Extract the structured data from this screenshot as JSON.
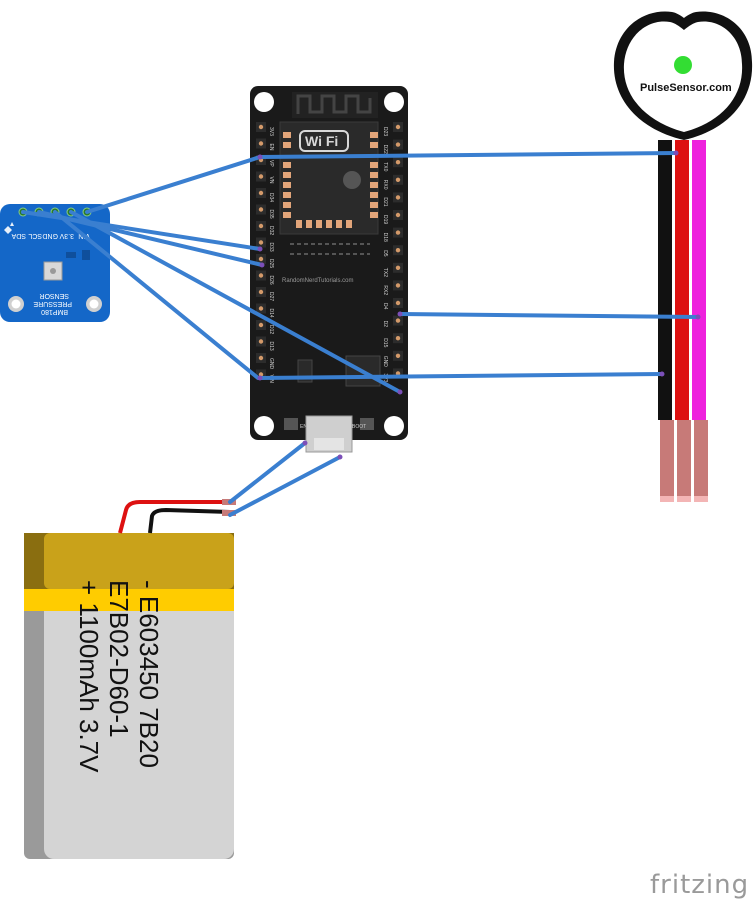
{
  "battery": {
    "line1": "- E603450 7B20",
    "line2": "E7B02-D60-1",
    "line3": "+ 1100mAh 3.7V"
  },
  "pulse_sensor": {
    "label": "PulseSensor.com"
  },
  "esp32": {
    "wifi_label": "Wi Fi",
    "site_label": "RandomNerdTutorials.com",
    "en_label": "EN",
    "boot_label": "BOOT",
    "left_pins": [
      "3V3",
      "EN",
      "VP",
      "VN",
      "D34",
      "D35",
      "D32",
      "D33",
      "D25",
      "D26",
      "D27",
      "D14",
      "D12",
      "D13",
      "GND",
      "VIN"
    ],
    "right_pins": [
      "D23",
      "D22",
      "TX0",
      "RX0",
      "D21",
      "D19",
      "D18",
      "D5",
      "TX2",
      "RX2",
      "D4",
      "D2",
      "D15",
      "GND",
      "3V3"
    ]
  },
  "bmp180": {
    "title_line1": "BMP180",
    "title_line2": "PRESSURE",
    "title_line3": "SENSOR",
    "pins": [
      "SDA",
      "SCL",
      "GND",
      "3.3V",
      "VIN"
    ]
  },
  "watermark": "fritzing",
  "colors": {
    "wire_blue": "#3a7fd0",
    "wire_red": "#e01010",
    "wire_black": "#111111",
    "wire_magenta": "#ee22dd",
    "board_black": "#1a1a1a",
    "bmp_blue": "#1467c8",
    "battery_gold": "#c9a21a",
    "battery_grey": "#d4d4d4"
  }
}
